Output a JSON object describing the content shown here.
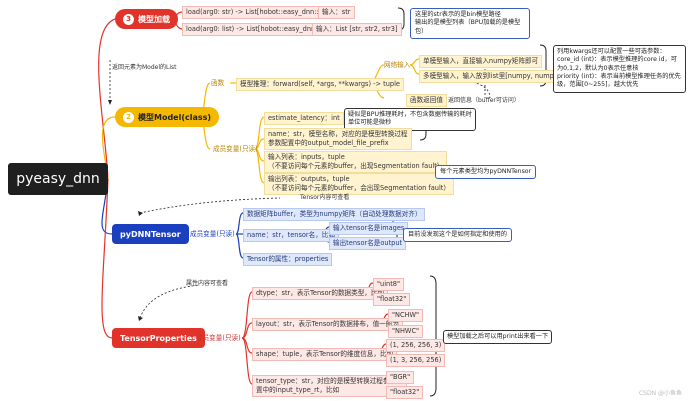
{
  "root": {
    "title": "pyeasy_dnn"
  },
  "model_load": {
    "num": "3",
    "title": "模型加载",
    "sig1": "load(arg0: str) -> List[hobot::easy_dnn::Model]",
    "input1": "输入：str",
    "sig2": "load(arg0: list) -> List[hobot::easy_dnn::Model]",
    "input2": "输入：List [str, str2, str3]",
    "note": "这里的str表示的是bin模型路径\n输出的是模型列表（BPU加载的是模型包）"
  },
  "return_label": "返回元素为Model的List",
  "model_class": {
    "num": "2",
    "title": "模型Model(class)",
    "func_label": "函数",
    "func_sig": "模型推理：forward(self, *args, **kwargs) -> tuple",
    "single_input": "单模型输入，直接输入numpy矩阵即可",
    "multi_input": "多模型输入，输入放到list里[numpy, numpy]",
    "network_input": "网络输入",
    "func_return": "函数返回值",
    "return_note": "返回信息（buffer可访问）",
    "kwargs_note": "列用kwargs还可以配置一些可选参数：\ncore_id (int)：表示模型推理的core id，可为0,1,2，默认为0表示任意核\npriority (int)：表示当前模型推理任务的优先级，范围[0~255]，越大优先",
    "members_label": "成员变量(只读)",
    "latency": "estimate_latency：int",
    "latency_note": "疑似是BPU推理耗时，不包含数据传输的耗时\n单位可能是微秒",
    "name_member": "name：str，模型名称，对应的是模型转换过程\n参数配置中的output_model_file_prefix",
    "inputs_member": "输入列表：inputs，tuple\n（不要访问每个元素的buffer，出现Segmentation fault）",
    "outputs_member": "输出列表：outputs，tuple\n（不要访问每个元素的buffer，会出现Segmentation fault）",
    "element_note": "每个元素类型均为pyDNNTensor"
  },
  "tensor_label": "Tensor内容可查看",
  "tensor": {
    "title": "pyDNNTensor",
    "members_label": "成员变量(只读)",
    "buffer": "数据矩阵buffer，类型为numpy矩阵（自动处理数据对齐）",
    "name": "name：str，tensor名，比如",
    "in_name": "输入tensor名是images",
    "out_name": "输出tensor名是output",
    "props": "Tensor的属性：properties",
    "name_note": "目前没发现这个是如何指定和使用的"
  },
  "props_label": "属性内容可查看",
  "props": {
    "title": "TensorProperties",
    "members_label": "成员变量(只读)",
    "dtype": "dtype：str，表示Tensor的数据类型，比如",
    "dtype_v1": "\"uint8\"",
    "dtype_v2": "\"float32\"",
    "layout": "layout：str，表示Tensor的数据排布，值一般为",
    "layout_v1": "\"NCHW\"",
    "layout_v2": "\"NHWC\"",
    "shape": "shape：tuple，表示Tensor的维度信息，比如",
    "shape_v1": "(1, 256, 256, 3)",
    "shape_v2": "(1, 3, 256, 256)",
    "ttype": "tensor_type：str，对应的是模型转换过程参数配\n置中的input_type_rt，比如",
    "ttype_v1": "\"BGR\"",
    "ttype_v2": "\"float32\"",
    "note": "模型加载之后可以用print出来看一下"
  },
  "watermark": "CSDN @小鱼鱼",
  "colors": {
    "red": "#e2332a",
    "yellow": "#f5b800",
    "blue": "#1a3fbf",
    "root": "#1f1f1f"
  }
}
